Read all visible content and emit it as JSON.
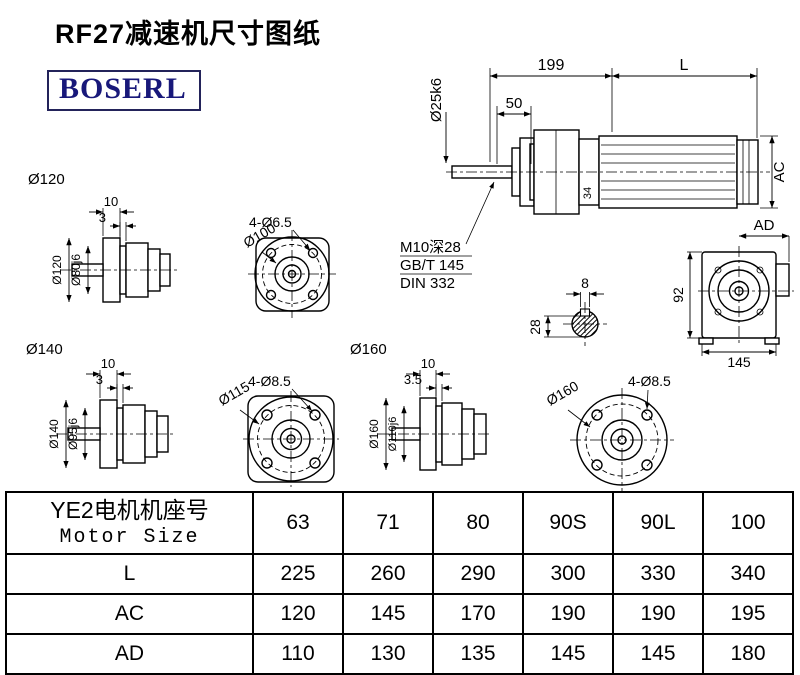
{
  "page": {
    "title": "RF27减速机尺寸图纸",
    "logo": "BOSERL"
  },
  "views": {
    "main": {
      "d199": "199",
      "dL": "L",
      "d50": "50",
      "shaft": "Ø25k6",
      "ac": "AC",
      "d34": "34",
      "note1": "M10深28",
      "note2": "GB/T 145",
      "note3": "DIN 332"
    },
    "key_section": {
      "d8": "8",
      "d28": "28"
    },
    "rear": {
      "ad": "AD",
      "d92": "92",
      "d145": "145"
    },
    "unit120": {
      "title": "Ø120",
      "d10": "10",
      "d3": "3",
      "od": "Ø120",
      "bore": "Ø80j6"
    },
    "flange100": {
      "holes": "4-Ø6.5",
      "dia": "Ø100"
    },
    "unit140": {
      "title": "Ø140",
      "d10": "10",
      "d3": "3",
      "od": "Ø140",
      "bore": "Ø95j6"
    },
    "flange115": {
      "holes": "4-Ø8.5",
      "dia": "Ø115"
    },
    "unit160": {
      "title": "Ø160",
      "d10": "10",
      "d35": "3.5",
      "od": "Ø160",
      "bore": "Ø110j6"
    },
    "flange160": {
      "holes": "4-Ø8.5",
      "dia": "Ø160"
    }
  },
  "table": {
    "header_cn": "YE2电机机座号",
    "header_en": "Motor Size",
    "columns": [
      "63",
      "71",
      "80",
      "90S",
      "90L",
      "100"
    ],
    "rows": [
      {
        "label": "L",
        "values": [
          "225",
          "260",
          "290",
          "300",
          "330",
          "340"
        ]
      },
      {
        "label": "AC",
        "values": [
          "120",
          "145",
          "170",
          "190",
          "190",
          "195"
        ]
      },
      {
        "label": "AD",
        "values": [
          "110",
          "130",
          "135",
          "145",
          "145",
          "180"
        ]
      }
    ]
  }
}
